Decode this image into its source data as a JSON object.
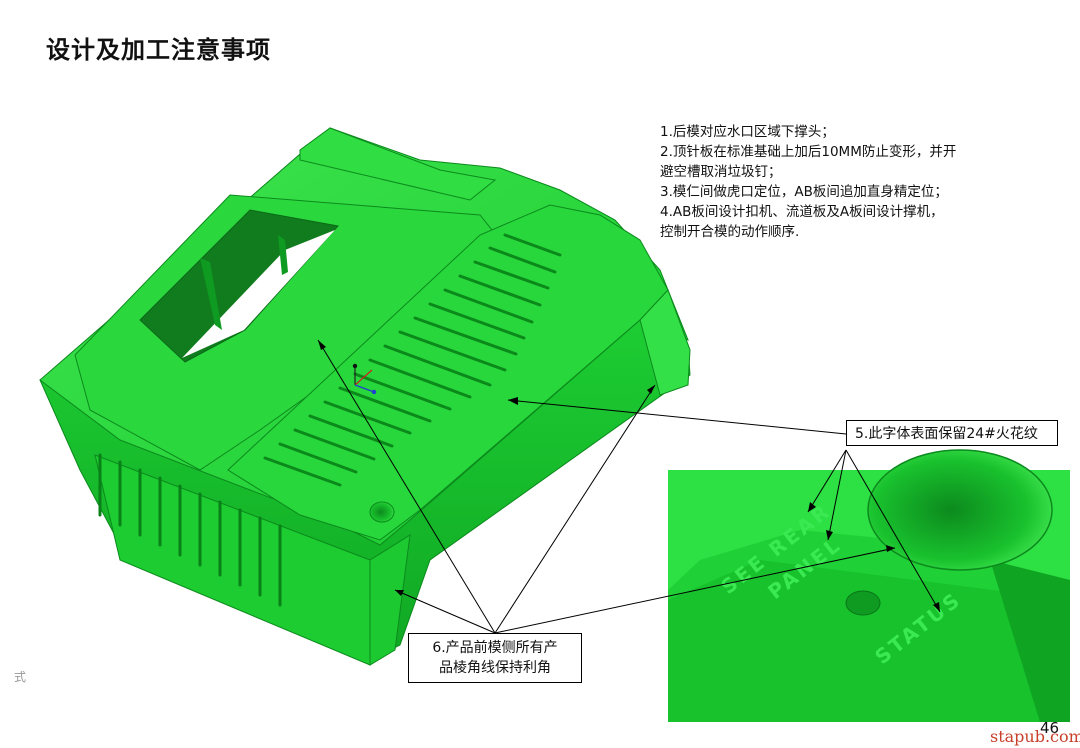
{
  "page": {
    "title": "设计及加工注意事项",
    "page_number": "46",
    "watermark": "stapub.com",
    "side_mark": "式"
  },
  "notes": [
    "1.后模对应水口区域下撑头；",
    "2.顶针板在标准基础上加后10MM防止变形，并开",
    "避空槽取消垃圾钉；",
    "3.模仁间做虎口定位，AB板间追加直身精定位；",
    "4.AB板间设计扣机、流道板及A板间设计撑机，",
    "控制开合模的动作顺序."
  ],
  "callouts": {
    "c5": "5.此字体表面保留24#火花纹",
    "c6_line1": "6.产品前模侧所有产",
    "c6_line2": "品棱角线保持利角"
  },
  "detail_text": {
    "see_rear": "SEE REAR",
    "panel": "PANEL",
    "status": "STATUS"
  },
  "colors": {
    "part_green": "#22d63a",
    "part_dark": "#0f9a22",
    "part_light": "#5cf06a"
  }
}
